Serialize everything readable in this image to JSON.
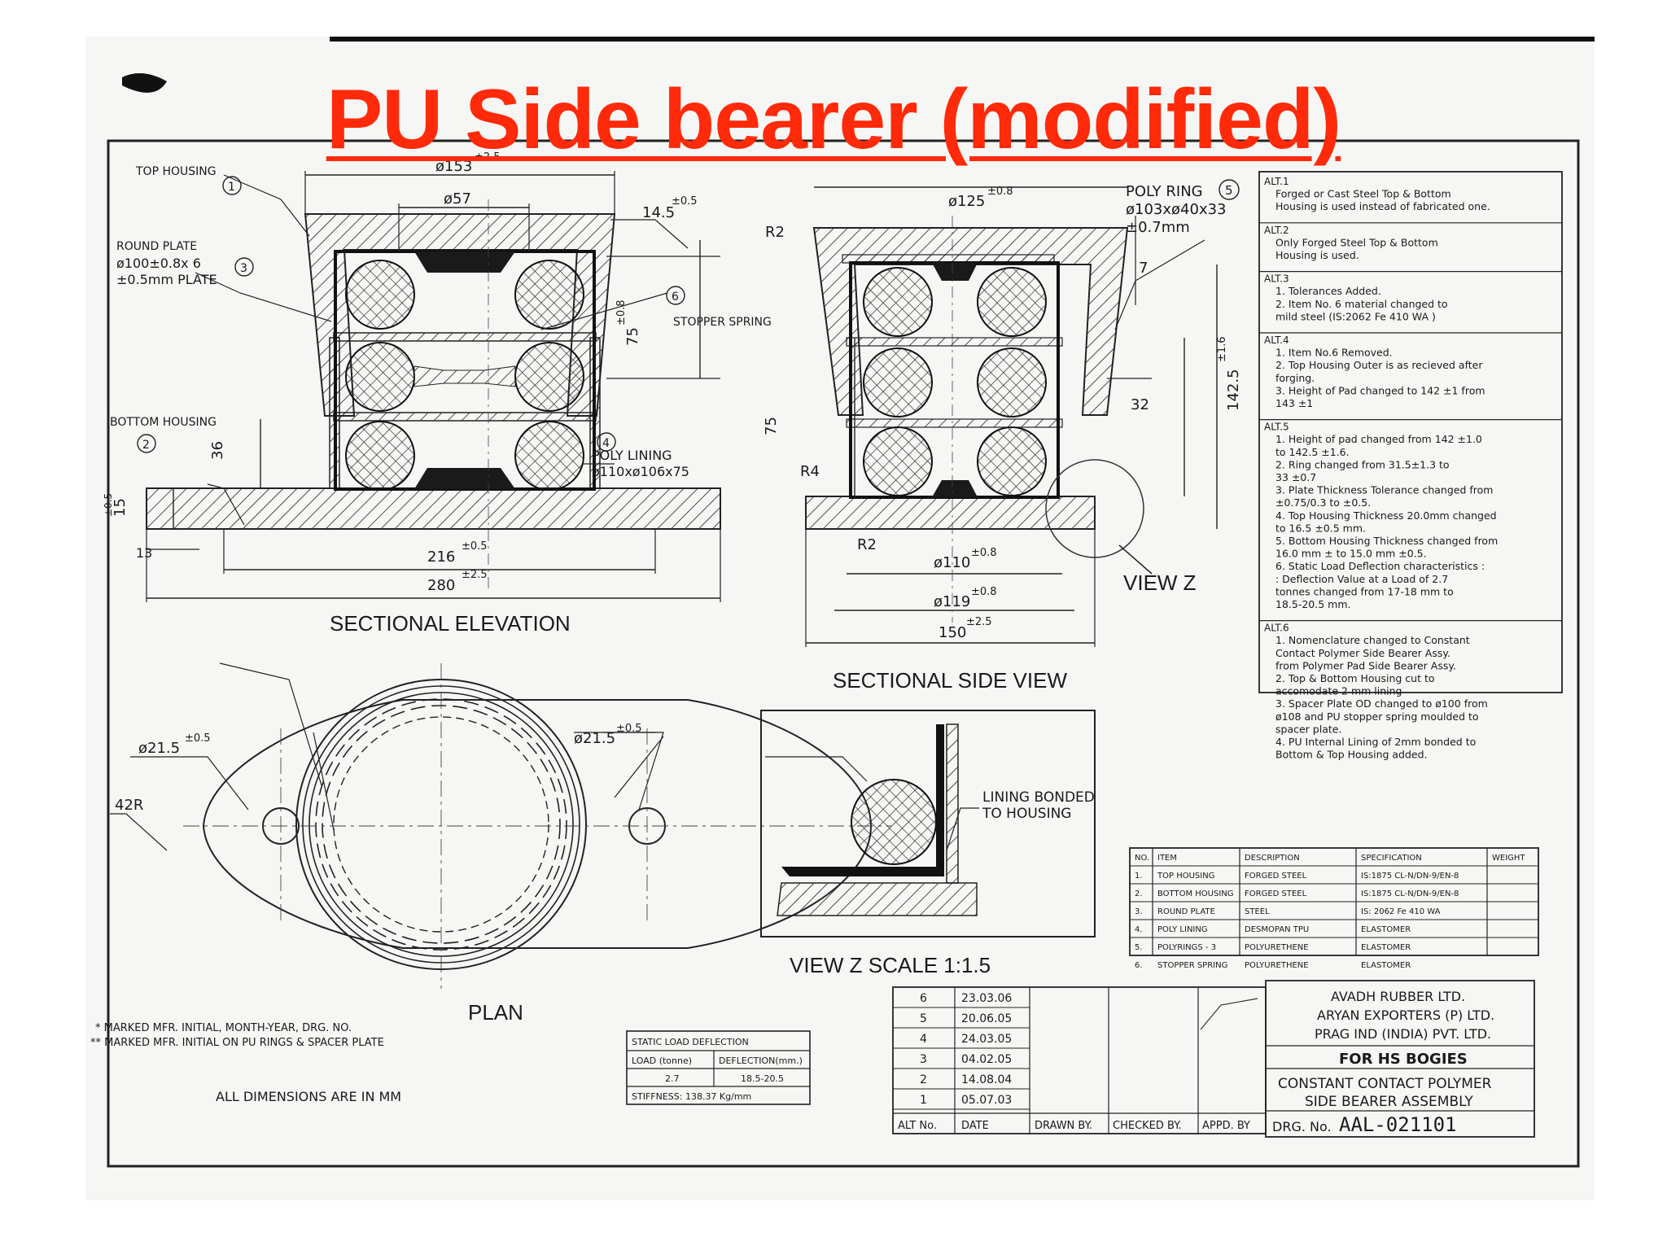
{
  "slide_title": "PU Side bearer (modified)",
  "elevation": {
    "caption": "SECTIONAL ELEVATION",
    "top_housing": "TOP HOUSING",
    "round_plate_1": "ROUND PLATE",
    "round_plate_2": "ø100±0.8x 6",
    "round_plate_3": "±0.5mm PLATE",
    "bottom_housing": "BOTTOM HOUSING",
    "stopper_spring": "STOPPER SPRING",
    "poly_lining_1": "POLY LINING",
    "poly_lining_2": "ø110xø106x75",
    "dim_153": "ø153",
    "tol_153": "±2.5",
    "dim_57": "ø57",
    "dim_145": "14.5",
    "tol_145": "±0.5",
    "dim_75": "75",
    "tol_75": "±0.8",
    "dim_36": "36",
    "dim_15": "15",
    "tol_15": "±0.5",
    "dim_13": "13",
    "dim_216": "216",
    "tol_216": "±0.5",
    "dim_280": "280",
    "tol_280": "±2.5",
    "n1": "1",
    "n2": "2",
    "n3": "3",
    "n4": "4",
    "n6": "6"
  },
  "side_view": {
    "caption": "SECTIONAL SIDE VIEW",
    "poly_ring_1": "POLY RING",
    "poly_ring_2": "ø103xø40x33",
    "poly_ring_3": "±0.7mm",
    "n5": "5",
    "dim_125": "ø125",
    "tol_125": "±0.8",
    "r2_top": "R2",
    "r2_bottom": "R2",
    "r4": "R4",
    "dim_7": "7",
    "dim_32": "32",
    "dim_1425": "142.5",
    "tol_1425": "±1.6",
    "dim_75": "75",
    "dim_110": "ø110",
    "tol_110": "±0.8",
    "dim_119": "ø119",
    "tol_119": "±0.8",
    "dim_150": "150",
    "tol_150": "±2.5",
    "view_z": "VIEW Z"
  },
  "plan": {
    "caption": "PLAN",
    "hole_left": "ø21.5",
    "hole_left_tol": "±0.5",
    "hole_right": "ø21.5",
    "hole_right_tol": "±0.5",
    "radius": "42R"
  },
  "view_z_detail": {
    "caption": "VIEW Z   SCALE 1:1.5",
    "note_1": "LINING BONDED",
    "note_2": "TO HOUSING"
  },
  "notes": {
    "note_1": "* MARKED MFR. INITIAL, MONTH-YEAR, DRG. NO.",
    "note_2": "** MARKED MFR. INITIAL ON PU RINGS & SPACER PLATE",
    "all_dims": "ALL DIMENSIONS ARE IN MM"
  },
  "deflection_table": {
    "title": "STATIC LOAD DEFLECTION",
    "col_load": "LOAD (tonne)",
    "col_defl": "DEFLECTION(mm.)",
    "load": "2.7",
    "deflection": "18.5-20.5",
    "stiffness": "STIFFNESS: 138.37 Kg/mm"
  },
  "alterations": [
    {
      "head": "ALT.1",
      "lines": [
        "Forged or Cast Steel Top & Bottom",
        "Housing is used instead of fabricated one."
      ]
    },
    {
      "head": "ALT.2",
      "lines": [
        "Only Forged Steel Top & Bottom",
        "Housing is used."
      ]
    },
    {
      "head": "ALT.3",
      "lines": [
        "1. Tolerances Added.",
        "2. Item No. 6 material changed to",
        "    mild steel (IS:2062 Fe 410 WA )"
      ]
    },
    {
      "head": "ALT.4",
      "lines": [
        "1. Item No.6 Removed.",
        "2. Top Housing Outer is as recieved after",
        "    forging.",
        "3. Height of Pad changed to 142 ±1 from",
        "    143 ±1"
      ]
    },
    {
      "head": "ALT.5",
      "lines": [
        "1. Height of pad changed from 142 ±1.0",
        "    to 142.5 ±1.6.",
        "2. Ring changed from 31.5±1.3 to",
        "    33 ±0.7",
        "3. Plate Thickness Tolerance changed from",
        "    ±0.75/0.3 to ±0.5.",
        "4. Top Housing Thickness 20.0mm changed",
        "    to 16.5 ±0.5 mm.",
        "5. Bottom Housing Thickness changed from",
        "    16.0 mm ± to 15.0 mm ±0.5.",
        "6. Static Load Deflection characteristics :",
        "   : Deflection Value at a Load of 2.7",
        "    tonnes changed from 17-18 mm to",
        "    18.5-20.5 mm."
      ]
    },
    {
      "head": "ALT.6",
      "lines": [
        "1. Nomenclature changed to Constant",
        "    Contact Polymer Side Bearer Assy.",
        "    from Polymer Pad Side Bearer Assy.",
        "2. Top & Bottom Housing cut to",
        "    accomodate 2 mm lining",
        "3. Spacer Plate OD changed to ø100 from",
        "    ø108 and PU stopper spring moulded to",
        "    spacer plate.",
        "4. PU Internal Lining of 2mm bonded to",
        "    Bottom & Top Housing added."
      ]
    }
  ],
  "parts_table": {
    "headers": [
      "NO.",
      "ITEM",
      "DESCRIPTION",
      "SPECIFICATION",
      "WEIGHT"
    ],
    "rows": [
      [
        "1.",
        "TOP HOUSING",
        "FORGED STEEL",
        "IS:1875 CL-N/DN-9/EN-8",
        ""
      ],
      [
        "2.",
        "BOTTOM HOUSING",
        "FORGED STEEL",
        "IS:1875 CL-N/DN-9/EN-8",
        ""
      ],
      [
        "3.",
        "ROUND PLATE",
        "STEEL",
        "IS: 2062 Fe 410 WA",
        ""
      ],
      [
        "4.",
        "POLY LINING",
        "DESMOPAN TPU",
        "ELASTOMER",
        ""
      ],
      [
        "5.",
        "POLYRINGS - 3",
        "POLYURETHENE",
        "ELASTOMER",
        ""
      ],
      [
        "6.",
        "STOPPER SPRING",
        "POLYURETHENE",
        "ELASTOMER",
        ""
      ]
    ]
  },
  "revision_table": {
    "rows": [
      [
        "6",
        "23.03.06"
      ],
      [
        "5",
        "20.06.05"
      ],
      [
        "4",
        "24.03.05"
      ],
      [
        "3",
        "04.02.05"
      ],
      [
        "2",
        "14.08.04"
      ],
      [
        "1",
        "05.07.03"
      ]
    ],
    "footer": [
      "ALT No.",
      "DATE",
      "DRAWN BY.",
      "CHECKED BY.",
      "APPD. BY"
    ]
  },
  "title_block": {
    "company_1": "AVADH RUBBER LTD.",
    "company_2": "ARYAN EXPORTERS (P) LTD.",
    "company_3": "PRAG IND (INDIA) PVT. LTD.",
    "for_line": "FOR HS BOGIES",
    "title_1": "CONSTANT CONTACT POLYMER",
    "title_2": "SIDE BEARER ASSEMBLY",
    "drg_label": "DRG. No.",
    "drg_no": "AAL-021101"
  }
}
